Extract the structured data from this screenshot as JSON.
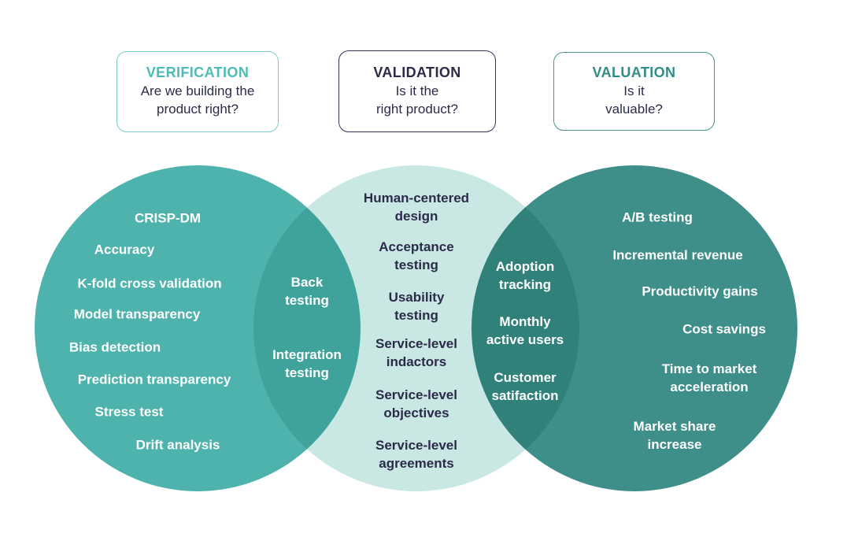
{
  "colors": {
    "left_circle": "#4fb3ad",
    "middle_circle": "#c9e8e4",
    "right_circle": "#3e8e89",
    "text_navy": "#2b2b49",
    "verification_accent": "#4dbcb4",
    "verification_border": "#7accc6",
    "validation_border": "#34345a",
    "valuation_accent": "#2f8c86",
    "valuation_border": "#4a968f"
  },
  "headers": [
    {
      "title": "VERIFICATION",
      "question": "Are we building the\nproduct right?"
    },
    {
      "title": "VALIDATION",
      "question": "Is it the\nright product?"
    },
    {
      "title": "VALUATION",
      "question": "Is it\nvaluable?"
    }
  ],
  "venn": {
    "verification": {
      "name": "Verification circle",
      "items": [
        "CRISP-DM",
        "Accuracy",
        "K-fold cross validation",
        "Model transparency",
        "Bias detection",
        "Prediction transparency",
        "Stress test",
        "Drift analysis"
      ]
    },
    "verification_validation_overlap": {
      "name": "Verification ∩ Validation",
      "items": [
        "Back\ntesting",
        "Integration\ntesting"
      ]
    },
    "validation": {
      "name": "Validation circle",
      "items": [
        "Human-centered\ndesign",
        "Acceptance\ntesting",
        "Usability\ntesting",
        "Service-level\nindactors",
        "Service-level\nobjectives",
        "Service-level\nagreements"
      ]
    },
    "validation_valuation_overlap": {
      "name": "Validation ∩ Valuation",
      "items": [
        "Adoption\ntracking",
        "Monthly\nactive users",
        "Customer\nsatifaction"
      ]
    },
    "valuation": {
      "name": "Valuation circle",
      "items": [
        "A/B testing",
        "Incremental revenue",
        "Productivity gains",
        "Cost savings",
        "Time to market\nacceleration",
        "Market share\nincrease"
      ]
    }
  }
}
